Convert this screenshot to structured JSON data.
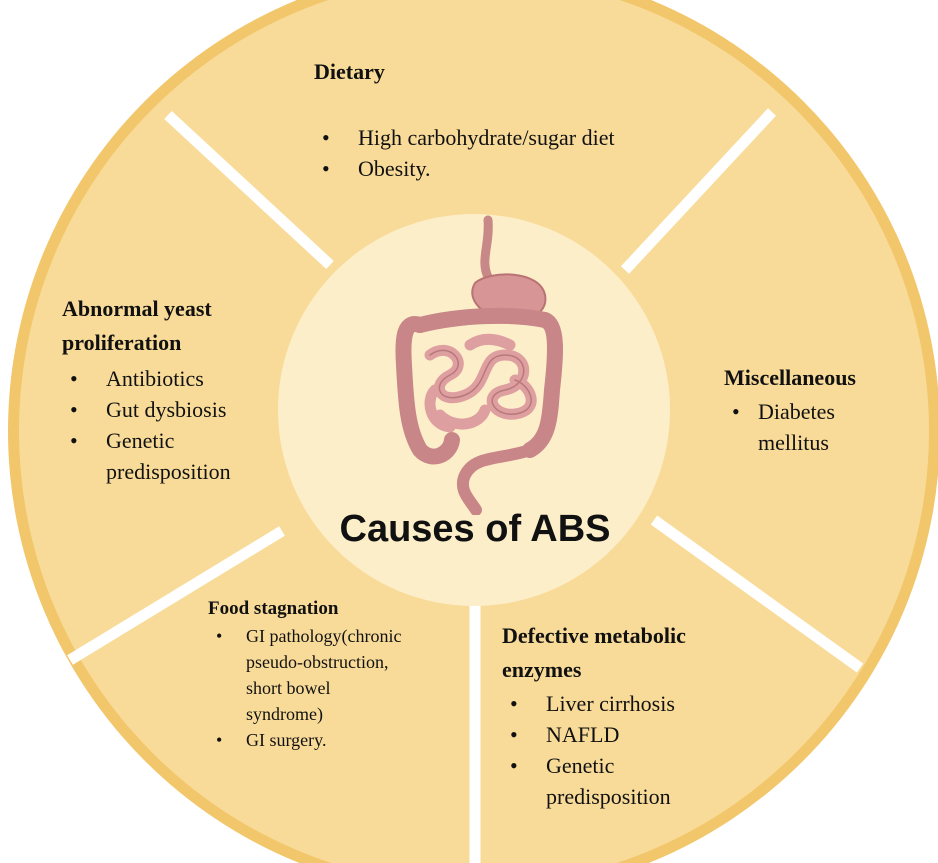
{
  "center": {
    "title": "Causes of ABS",
    "illustration": "digestive-system"
  },
  "colors": {
    "segment_fill": "#f8db98",
    "outer_ring": "#f2c66a",
    "divider": "#ffffff",
    "center_fill": "#fdeeca",
    "gut_pink": "#d79596"
  },
  "segments": {
    "dietary": {
      "title": "Dietary",
      "items": [
        "High carbohydrate/sugar diet",
        "Obesity."
      ]
    },
    "yeast": {
      "title_line1": "Abnormal yeast",
      "title_line2": "proliferation",
      "items": [
        "Antibiotics",
        "Gut dysbiosis",
        "Genetic",
        "predisposition"
      ]
    },
    "misc": {
      "title": "Miscellaneous",
      "items": [
        "Diabetes",
        "mellitus"
      ]
    },
    "food": {
      "title": "Food stagnation",
      "items": [
        "GI pathology(chronic",
        "pseudo-obstruction,",
        "short bowel",
        "syndrome)",
        "GI surgery."
      ]
    },
    "enzymes": {
      "title_line1": "Defective metabolic",
      "title_line2": "enzymes",
      "items": [
        "Liver cirrhosis",
        "NAFLD",
        "Genetic",
        "predisposition"
      ]
    }
  }
}
